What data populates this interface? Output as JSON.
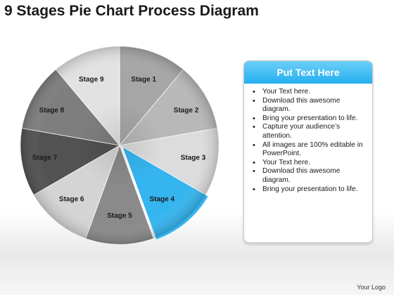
{
  "title": "9 Stages Pie Chart Process Diagram",
  "pie": {
    "highlight_color": "#35b5f0",
    "stages": [
      {
        "label": "Stage 1",
        "color": "#a6a6a6"
      },
      {
        "label": "Stage 2",
        "color": "#b8b8b8"
      },
      {
        "label": "Stage 3",
        "color": "#dcdcdc"
      },
      {
        "label": "Stage 4",
        "color": "#35b5f0"
      },
      {
        "label": "Stage 5",
        "color": "#8a8a8a"
      },
      {
        "label": "Stage 6",
        "color": "#d4d4d4"
      },
      {
        "label": "Stage 7",
        "color": "#525252"
      },
      {
        "label": "Stage 8",
        "color": "#7e7e7e"
      },
      {
        "label": "Stage 9",
        "color": "#e2e2e2"
      }
    ]
  },
  "textbox": {
    "heading": "Put Text Here",
    "header_color": "#23aef0",
    "items": [
      "Your Text here.",
      "Download this awesome diagram.",
      "Bring your presentation to life.",
      "Capture your audience’s attention.",
      "All images are 100% editable in PowerPoint.",
      "Your Text here.",
      "Download this awesome diagram.",
      "Bring your presentation to life."
    ]
  },
  "footer": "Your Logo"
}
